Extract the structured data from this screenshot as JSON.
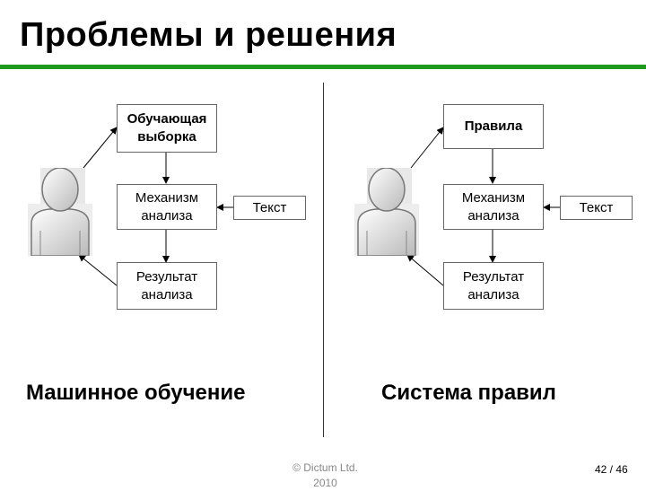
{
  "title": "Проблемы и решения",
  "colors": {
    "accent_rule": "#1f9a1f"
  },
  "left": {
    "top_box": "Обучающая\nвыборка",
    "middle_box": "Механизм\nанализа",
    "text_box": "Текст",
    "bottom_box": "Результат\nанализа",
    "caption": "Машинное обучение",
    "user_icon": "user-silhouette-icon"
  },
  "right": {
    "top_box": "Правила",
    "middle_box": "Механизм\nанализа",
    "text_box": "Текст",
    "bottom_box": "Результат\nанализа",
    "caption": "Система правил",
    "user_icon": "user-silhouette-icon"
  },
  "footer": "© Dictum Ltd.\n2010",
  "page_number": "42 / 46"
}
